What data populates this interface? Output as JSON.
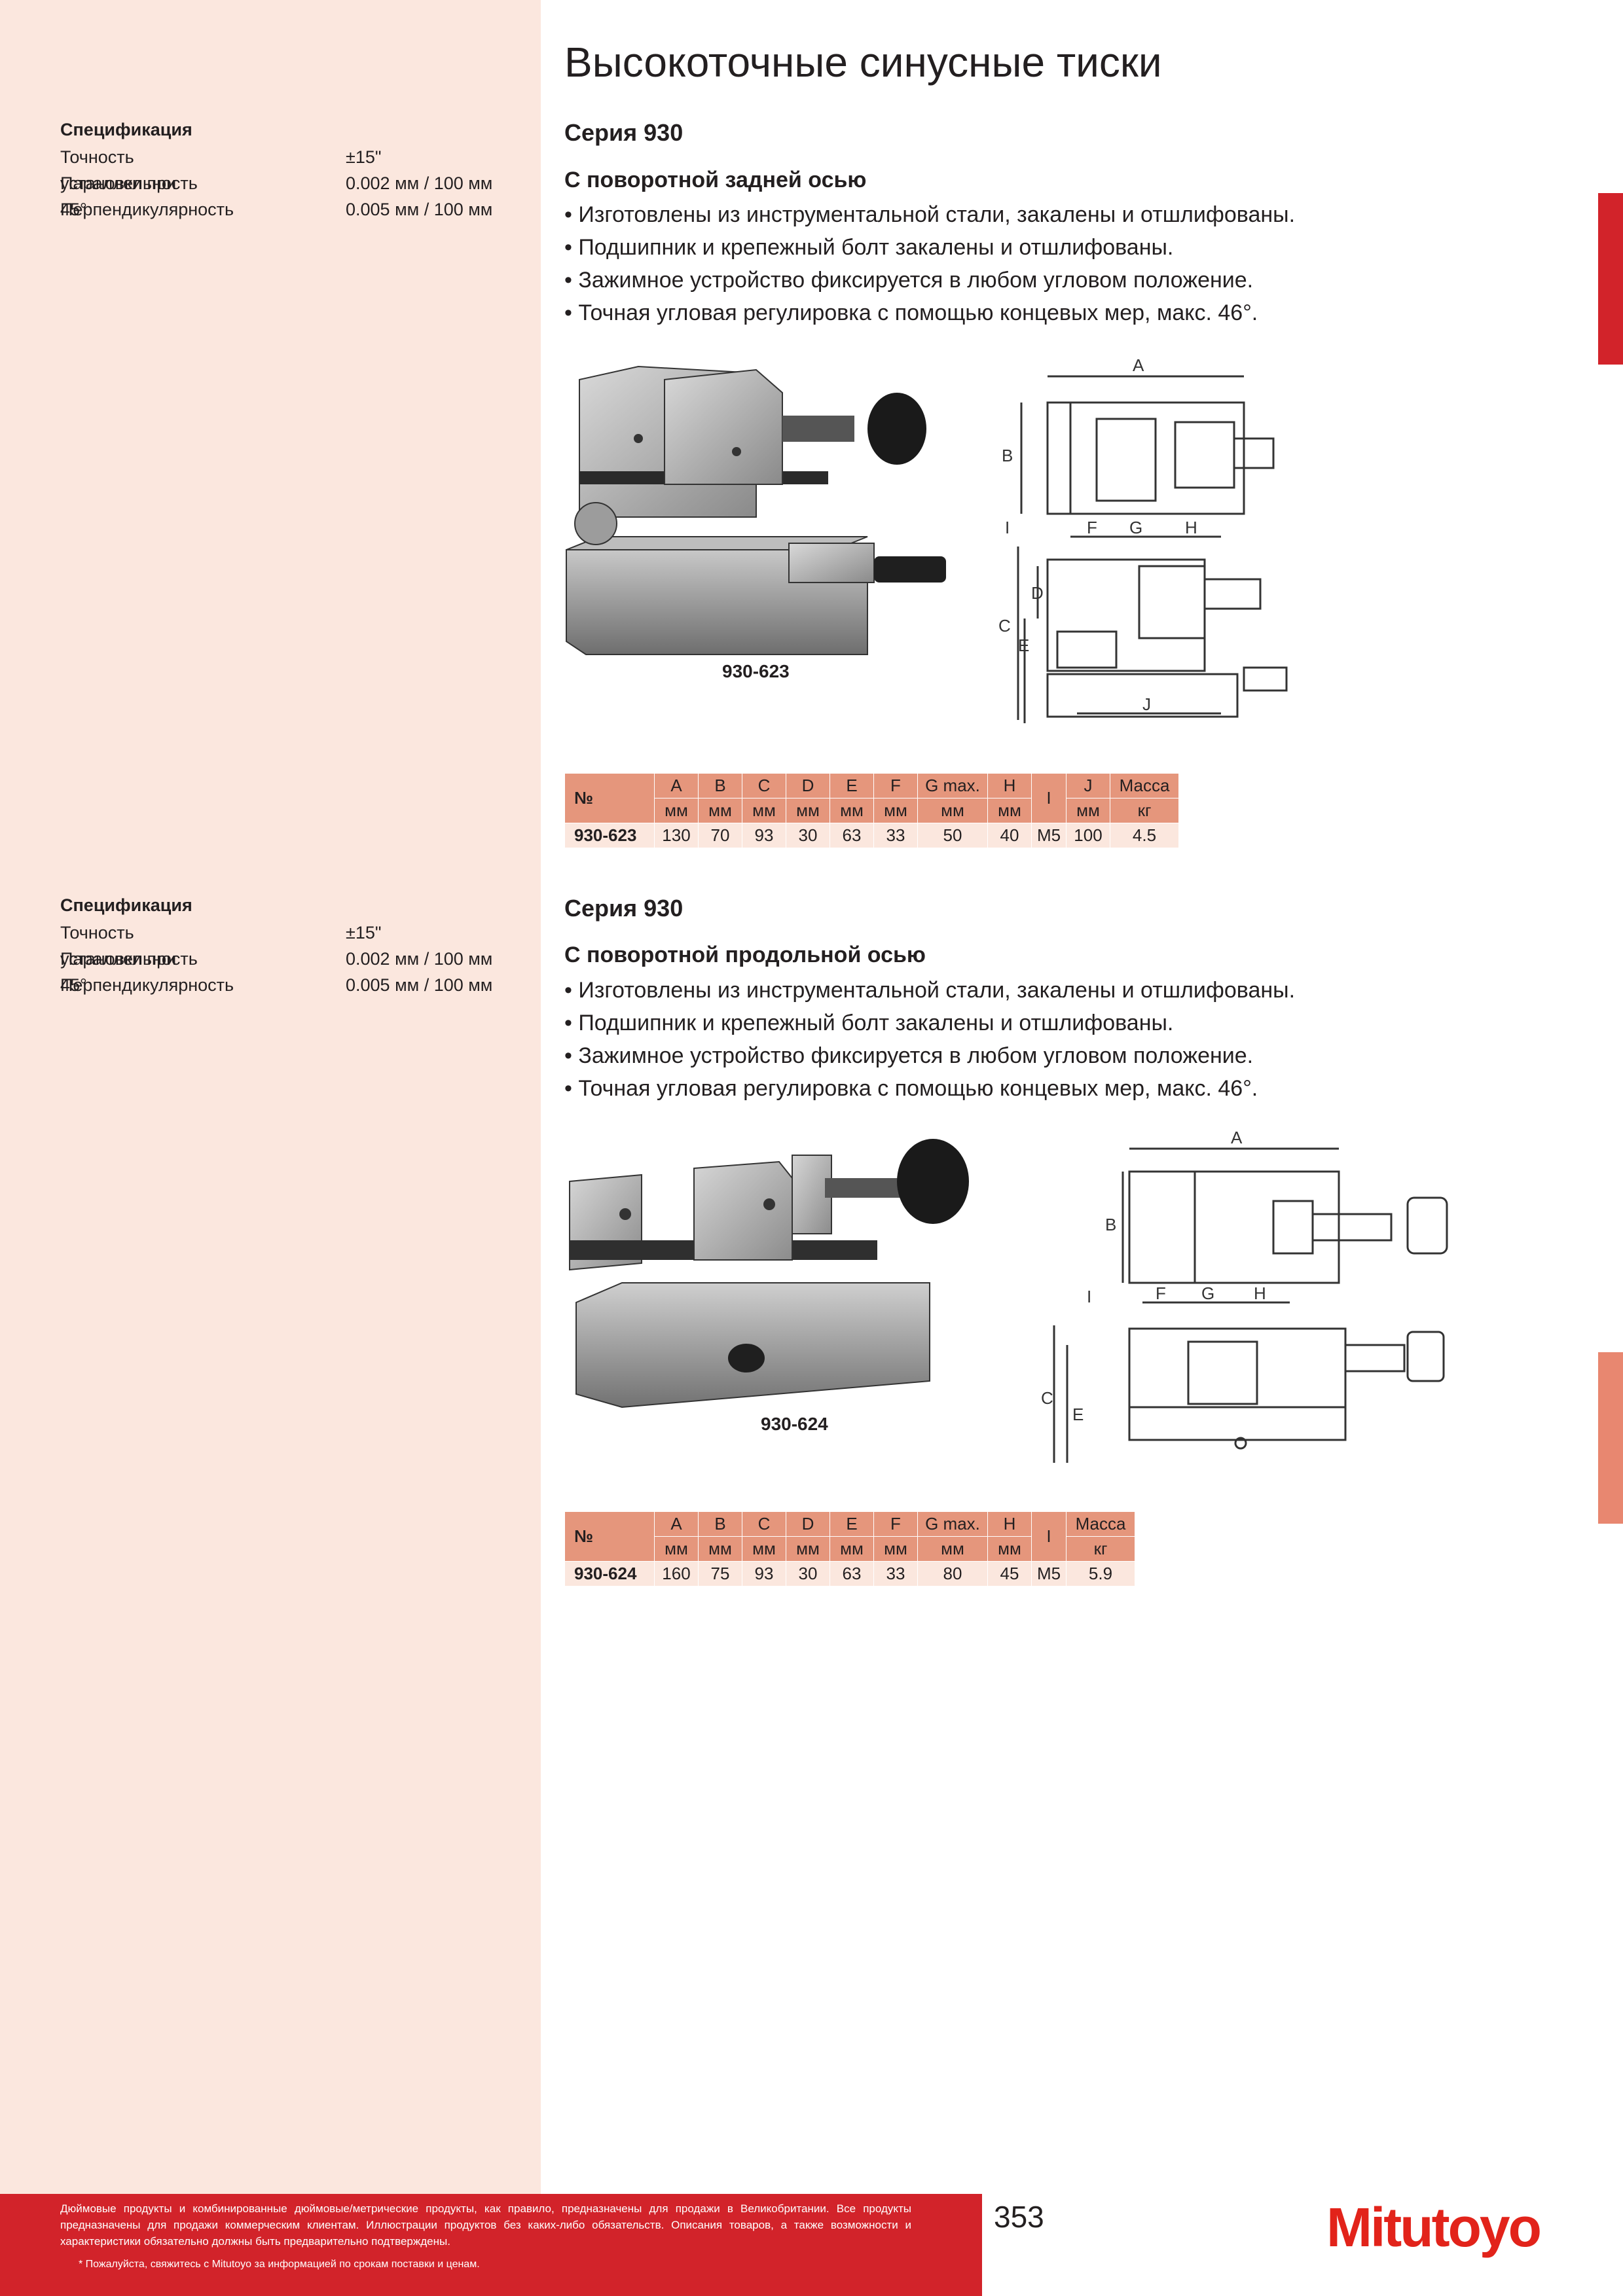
{
  "title": "Высокоточные синусные тиски",
  "page_number": "353",
  "logo": "Mitutoyo",
  "footer": {
    "text": "Дюймовые продукты и комбинированные дюймовые/метрические продукты, как правило, предназначены для продажи в Великобритании. Все продукты предназначены для продажи коммерческим клиентам. Иллюстрации продуктов без каких-либо обязательств. Описания товаров, а также возможности и характеристики обязательно должны быть предварительно подтверждены.",
    "note": "* Пожалуйста, свяжитесь с Mitutoyo за информацией по срокам поставки и ценам."
  },
  "sections": [
    {
      "series": "Серия 930",
      "subtitle": "С поворотной задней осью",
      "features": [
        "Изготовлены из инструментальной стали, закалены и отшлифованы.",
        "Подшипник и крепежный болт закалены и отшлифованы.",
        "Зажимное устройство фиксируется в любом угловом положение.",
        "Точная угловая регулировка с помощью концевых мер, макс. 46°."
      ],
      "spec": {
        "heading": "Спецификация",
        "rows": [
          {
            "k": "Точность установки при 45°",
            "v": "±15\""
          },
          {
            "k": "Параллельность",
            "v": "0.002 мм / 100 мм"
          },
          {
            "k": "Перпендикулярность",
            "v": "0.005 мм / 100 мм"
          }
        ]
      },
      "caption": "930-623",
      "table": {
        "no": "№",
        "cols": [
          {
            "n": "A",
            "u": "мм"
          },
          {
            "n": "B",
            "u": "мм"
          },
          {
            "n": "C",
            "u": "мм"
          },
          {
            "n": "D",
            "u": "мм"
          },
          {
            "n": "E",
            "u": "мм"
          },
          {
            "n": "F",
            "u": "мм"
          },
          {
            "n": "G max.",
            "u": "мм"
          },
          {
            "n": "H",
            "u": "мм"
          },
          {
            "n": "I",
            "u": ""
          },
          {
            "n": "J",
            "u": "мм"
          },
          {
            "n": "Масса",
            "u": "кг"
          }
        ],
        "row": [
          "930-623",
          "130",
          "70",
          "93",
          "30",
          "63",
          "33",
          "50",
          "40",
          "M5",
          "100",
          "4.5"
        ]
      }
    },
    {
      "series": "Серия 930",
      "subtitle": "С поворотной продольной осью",
      "features": [
        "Изготовлены из инструментальной стали, закалены и отшлифованы.",
        "Подшипник и крепежный болт закалены и отшлифованы.",
        "Зажимное устройство фиксируется в любом угловом положение.",
        "Точная угловая регулировка с помощью концевых мер, макс. 46°."
      ],
      "spec": {
        "heading": "Спецификация",
        "rows": [
          {
            "k": "Точность установки при 45°",
            "v": "±15\""
          },
          {
            "k": "Параллельность",
            "v": "0.002 мм / 100 мм"
          },
          {
            "k": "Перпендикулярность",
            "v": "0.005 мм / 100 мм"
          }
        ]
      },
      "caption": "930-624",
      "table": {
        "no": "№",
        "cols": [
          {
            "n": "A",
            "u": "мм"
          },
          {
            "n": "B",
            "u": "мм"
          },
          {
            "n": "C",
            "u": "мм"
          },
          {
            "n": "D",
            "u": "мм"
          },
          {
            "n": "E",
            "u": "мм"
          },
          {
            "n": "F",
            "u": "мм"
          },
          {
            "n": "G max.",
            "u": "мм"
          },
          {
            "n": "H",
            "u": "мм"
          },
          {
            "n": "I",
            "u": ""
          },
          {
            "n": "Масса",
            "u": "кг"
          }
        ],
        "row": [
          "930-624",
          "160",
          "75",
          "93",
          "30",
          "63",
          "33",
          "80",
          "45",
          "M5",
          "5.9"
        ]
      }
    }
  ],
  "diagram_labels": {
    "d1": [
      "A",
      "B",
      "I",
      "F",
      "G",
      "H",
      "D",
      "C",
      "E",
      "J"
    ],
    "d2": [
      "A",
      "B",
      "I",
      "F",
      "G",
      "H",
      "C",
      "E"
    ]
  }
}
